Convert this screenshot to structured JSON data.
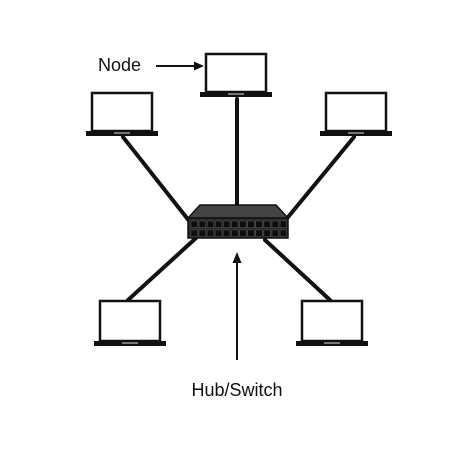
{
  "diagram": {
    "type": "star-topology",
    "labels": {
      "node": "Node",
      "hub": "Hub/Switch"
    },
    "nodes": [
      "laptop-top",
      "laptop-left",
      "laptop-right",
      "laptop-bottom-left",
      "laptop-bottom-right"
    ],
    "hub": "switch",
    "colors": {
      "line": "#111111",
      "screen": "#ffffff",
      "switch_body": "#2b2b2b",
      "switch_top": "#444444",
      "port": "#0d0d0d"
    }
  }
}
